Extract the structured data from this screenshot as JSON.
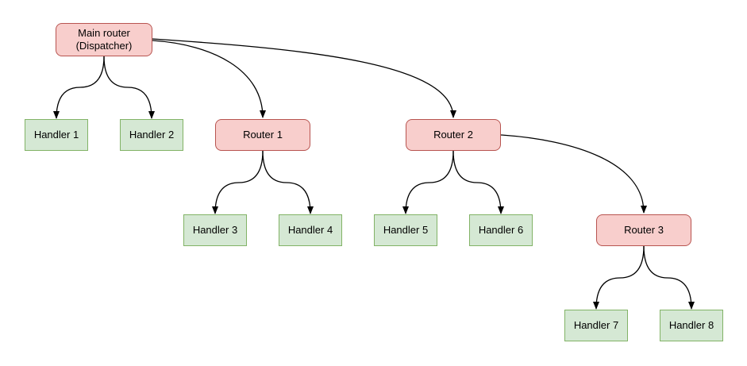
{
  "diagram": {
    "kind": "tree-flowchart",
    "nodes": {
      "main_router": {
        "label": "Main router (Dispatcher)",
        "line1": "Main router",
        "line2": "(Dispatcher)",
        "role": "router"
      },
      "handler_1": {
        "label": "Handler 1",
        "role": "handler"
      },
      "handler_2": {
        "label": "Handler 2",
        "role": "handler"
      },
      "router_1": {
        "label": "Router 1",
        "role": "router"
      },
      "router_2": {
        "label": "Router 2",
        "role": "router"
      },
      "handler_3": {
        "label": "Handler 3",
        "role": "handler"
      },
      "handler_4": {
        "label": "Handler 4",
        "role": "handler"
      },
      "handler_5": {
        "label": "Handler 5",
        "role": "handler"
      },
      "handler_6": {
        "label": "Handler 6",
        "role": "handler"
      },
      "router_3": {
        "label": "Router 3",
        "role": "router"
      },
      "handler_7": {
        "label": "Handler 7",
        "role": "handler"
      },
      "handler_8": {
        "label": "Handler 8",
        "role": "handler"
      }
    },
    "edges": [
      {
        "from": "main_router",
        "to": "handler_1"
      },
      {
        "from": "main_router",
        "to": "handler_2"
      },
      {
        "from": "main_router",
        "to": "router_1"
      },
      {
        "from": "main_router",
        "to": "router_2"
      },
      {
        "from": "router_1",
        "to": "handler_3"
      },
      {
        "from": "router_1",
        "to": "handler_4"
      },
      {
        "from": "router_2",
        "to": "handler_5"
      },
      {
        "from": "router_2",
        "to": "handler_6"
      },
      {
        "from": "router_2",
        "to": "router_3"
      },
      {
        "from": "router_3",
        "to": "handler_7"
      },
      {
        "from": "router_3",
        "to": "handler_8"
      }
    ],
    "colors": {
      "router_fill": "#f8cecc",
      "router_stroke": "#b85450",
      "handler_fill": "#d5e8d4",
      "handler_stroke": "#82b366",
      "edge_stroke": "#000000",
      "text": "#000000",
      "canvas_bg": "#ffffff"
    }
  }
}
